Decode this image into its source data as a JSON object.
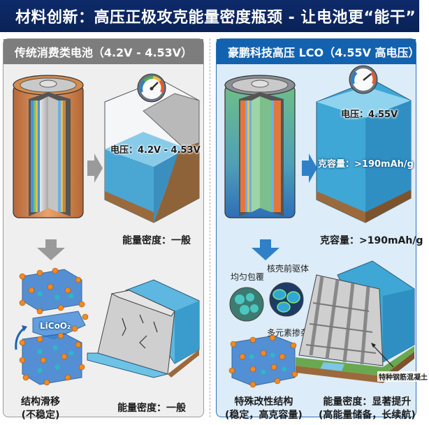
{
  "title": "材料创新：高压正极攻克能量密度瓶颈 - 让电池更“能干”",
  "left_panel": {
    "header": "传统消费类电池（4.2V - 4.53V）",
    "voltage_label": "电压：4.2V - 4.53V",
    "energy_density_top": "能量密度：一般",
    "crystal_label": "LiCoO₂",
    "structure_caption_line1": "结构滑移",
    "structure_caption_line2": "(不稳定)",
    "energy_density_bottom": "能量密度：一般",
    "colors": {
      "header_bg": "#7d7d7d",
      "panel_bg": "#efefef",
      "casing": "#d6894a"
    }
  },
  "right_panel": {
    "header": "豪鹏科技高压 LCO（4.55V 高电压）",
    "voltage_label": "电压：4.55V",
    "capacity_overlay": "克容量：>190mAh/g",
    "capacity_caption": "克容量：>190mAh/g",
    "coating_label": "均匀包覆",
    "core_shell_label": "核壳前驱体",
    "doping_label": "多元素掺杂",
    "concrete_label": "特种钢筋混凝土",
    "structure_caption_line1": "特殊改性结构",
    "structure_caption_line2": "(稳定，高克容量)",
    "energy_caption_line1": "能量密度：显著提升",
    "energy_caption_line2": "(高能量储备，长续航)",
    "colors": {
      "header_bg": "#1262b0",
      "panel_bg": "#dcecf8",
      "casing": "#5fb07a"
    }
  },
  "icons": {
    "gauge": "pressure-gauge-icon",
    "arrow_right": "arrow-right-icon",
    "arrow_down": "arrow-down-icon"
  },
  "colors": {
    "title_bg": "#0e2a6a",
    "water": "#3aa3d8",
    "soil": "#9b6a3c",
    "atom_orange": "#f08a24",
    "atom_teal": "#2fb6c9"
  }
}
